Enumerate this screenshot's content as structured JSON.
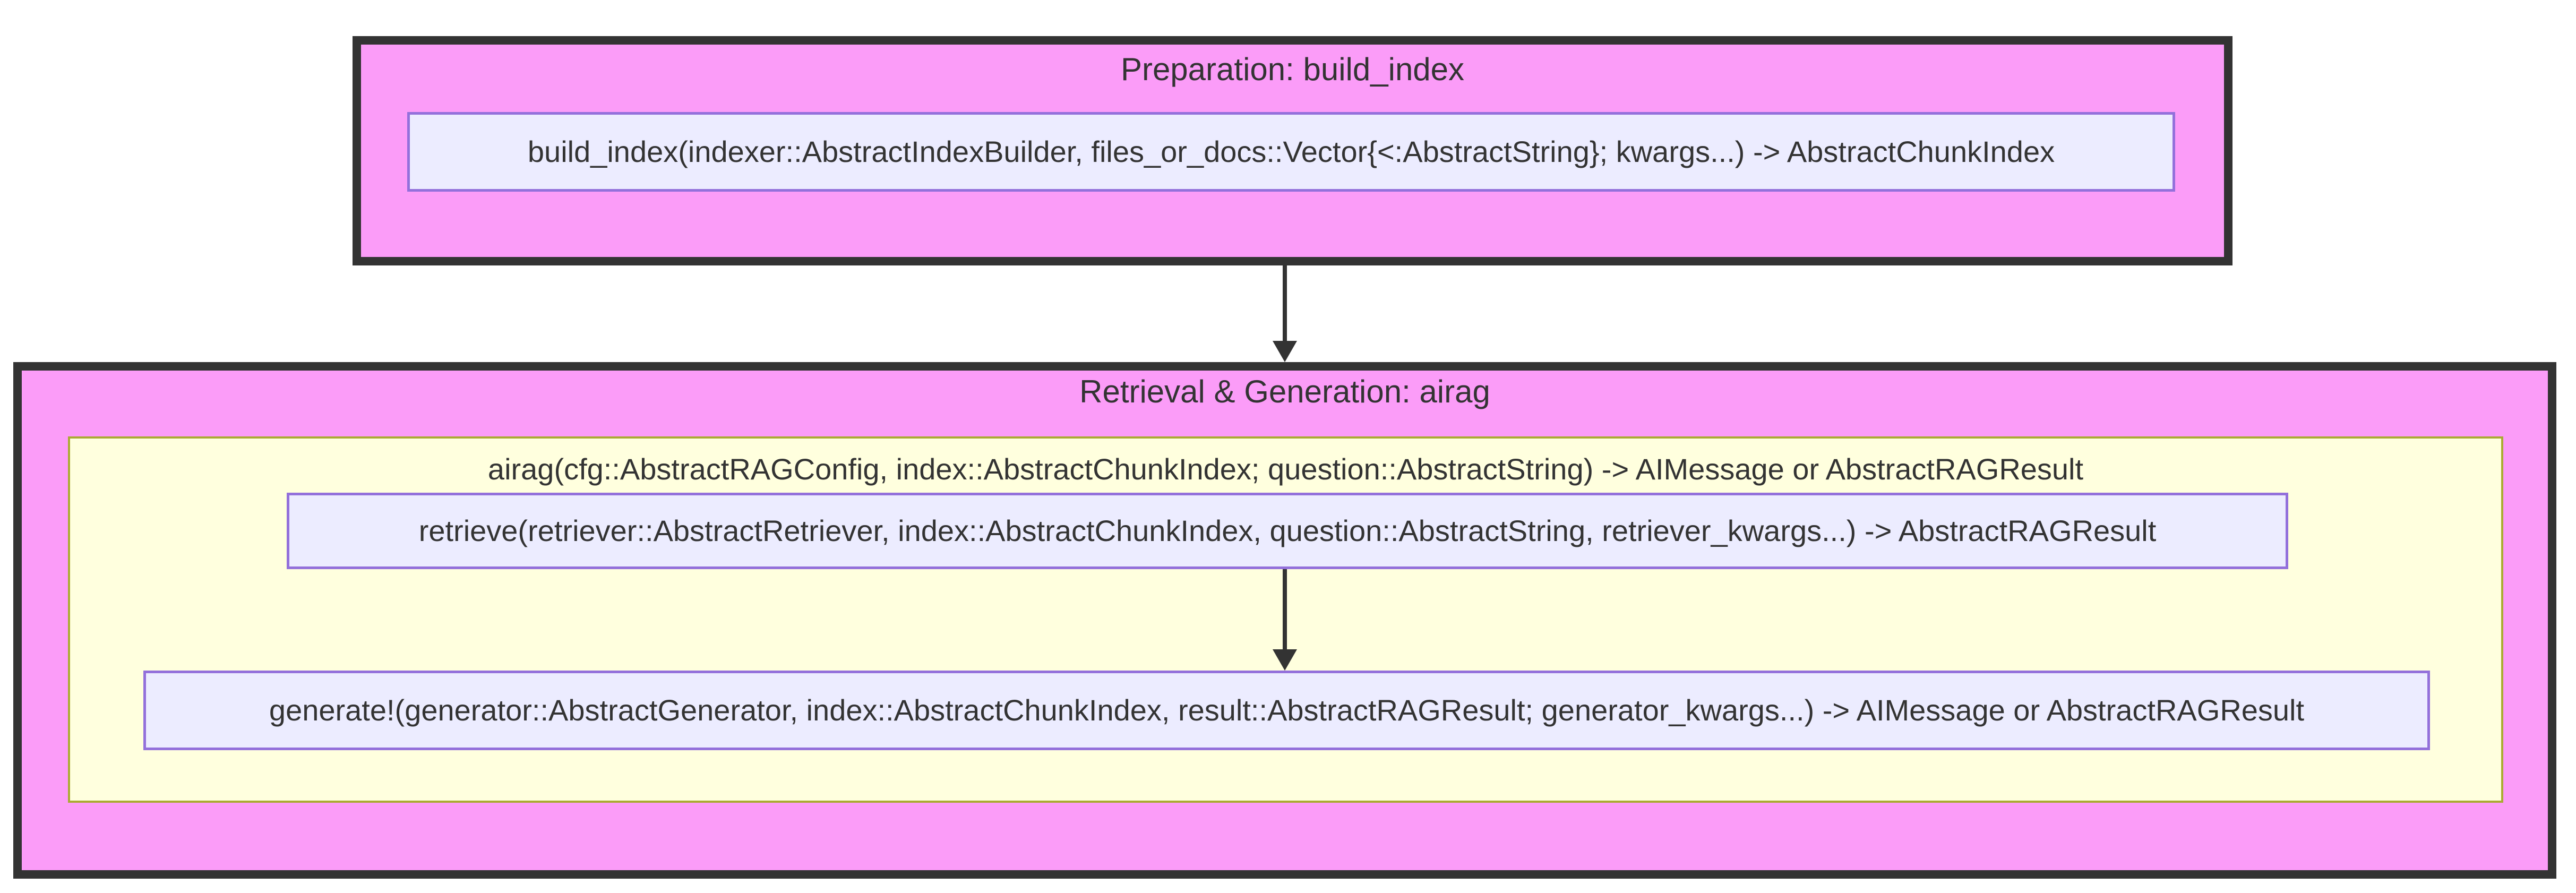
{
  "diagram": {
    "type": "flowchart",
    "colors": {
      "background": "#ffffff",
      "cluster_fill": "#fb9cf8",
      "cluster_border": "#333333",
      "subgraph_fill": "#ffffde",
      "subgraph_border": "#aaaa33",
      "node_fill": "#ececff",
      "node_border": "#9370db",
      "text": "#333333",
      "arrow": "#333333"
    },
    "preparation": {
      "title": "Preparation: build_index",
      "build_index_node": "build_index(indexer::AbstractIndexBuilder, files_or_docs::Vector{<:AbstractString}; kwargs...) -> AbstractChunkIndex"
    },
    "retrieval_generation": {
      "title": "Retrieval & Generation: airag",
      "airag_label": "airag(cfg::AbstractRAGConfig, index::AbstractChunkIndex; question::AbstractString) -> AIMessage or AbstractRAGResult",
      "retrieve_node": "retrieve(retriever::AbstractRetriever, index::AbstractChunkIndex, question::AbstractString, retriever_kwargs...) -> AbstractRAGResult",
      "generate_node": "generate!(generator::AbstractGenerator, index::AbstractChunkIndex, result::AbstractRAGResult; generator_kwargs...) -> AIMessage or AbstractRAGResult"
    }
  }
}
